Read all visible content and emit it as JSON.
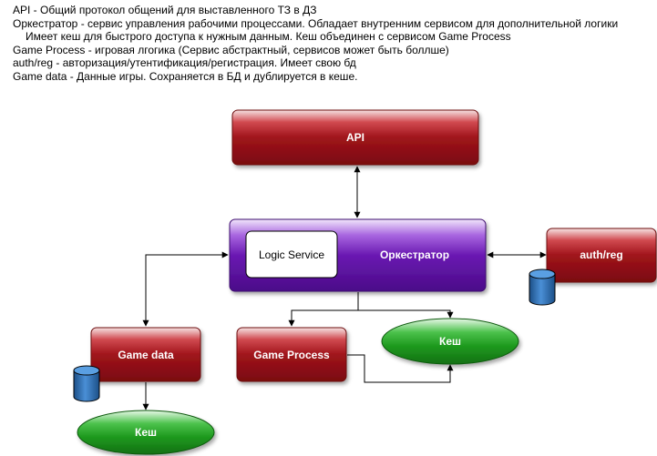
{
  "notes": [
    "API - Общий протокол общений для выставленного ТЗ в ДЗ",
    "Оркестратор - сервис управления рабочими процессами. Обладает внутренним сервисом для дополнительной логики",
    "Имеет кеш для быстрого доступа к нужным данным. Кеш объединен с сервисом Game Process",
    "Game Process - игровая лгогика (Сервис абстрактный, сервисов может быть боллше)",
    "auth/reg - авторизация/утентификация/регистрация. Имеет свою бд",
    "Game data - Данные игры. Сохраняется в БД и дублируется в кеше."
  ],
  "nodes": {
    "api": "API",
    "orchestrator": "Оркестратор",
    "logic_service": "Logic Service",
    "auth_reg": "auth/reg",
    "game_data": "Game data",
    "game_process": "Game Process",
    "cache_right": "Кеш",
    "cache_bottom": "Кеш"
  },
  "colors": {
    "red_box": "#a0141b",
    "purple_box": "#6a19b2",
    "green_ellipse": "#1f9a1f",
    "database": "#2f6fb3"
  }
}
